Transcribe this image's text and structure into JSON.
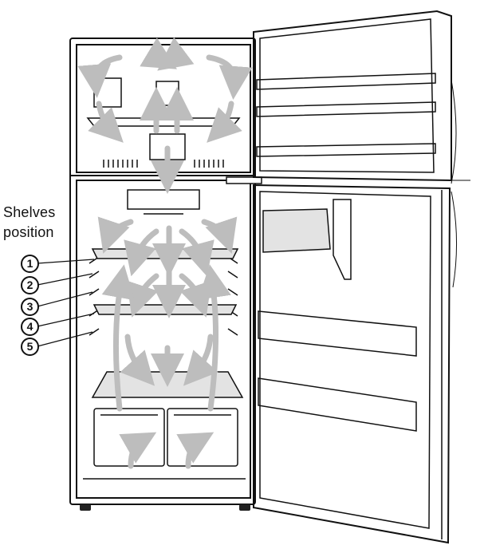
{
  "label": {
    "line1": "Shelves",
    "line2": "position"
  },
  "shelf_positions": [
    "1",
    "2",
    "3",
    "4",
    "5"
  ],
  "colors": {
    "outline": "#111111",
    "airflow": "#bdbdbd",
    "shelf_glass": "#e3e3e3",
    "background": "#ffffff"
  }
}
